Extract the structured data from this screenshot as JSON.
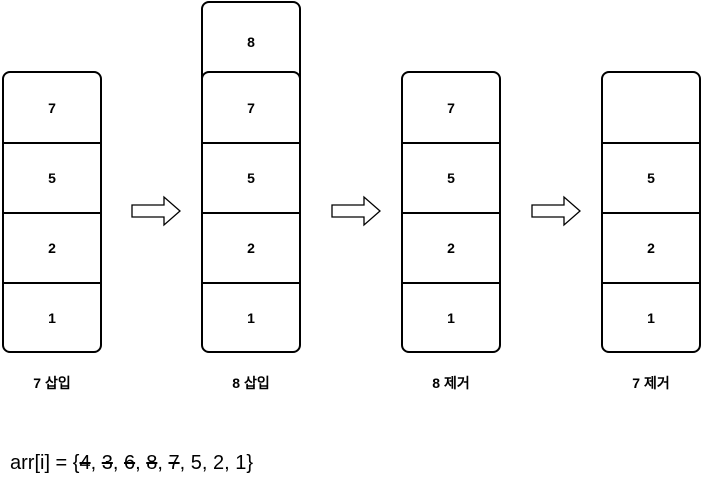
{
  "stacks": [
    {
      "caption": "7 삽입",
      "rows": [
        "7",
        "5",
        "2",
        "1"
      ]
    },
    {
      "caption": "8 삽입",
      "top": "8",
      "rows": [
        "7",
        "5",
        "2",
        "1"
      ]
    },
    {
      "caption": "8 제거",
      "rows": [
        "7",
        "5",
        "2",
        "1"
      ]
    },
    {
      "caption": "7 제거",
      "rows": [
        "",
        "5",
        "2",
        "1"
      ]
    }
  ],
  "formula": {
    "prefix": "arr[i] = {",
    "items": [
      {
        "text": "4",
        "struck": true
      },
      {
        "text": "3",
        "struck": true
      },
      {
        "text": "6",
        "struck": true
      },
      {
        "text": "8",
        "struck": true
      },
      {
        "text": "7",
        "struck": true
      },
      {
        "text": "5",
        "struck": false
      },
      {
        "text": "2",
        "struck": false
      },
      {
        "text": "1",
        "struck": false
      }
    ],
    "separator": ", ",
    "suffix": "}"
  }
}
